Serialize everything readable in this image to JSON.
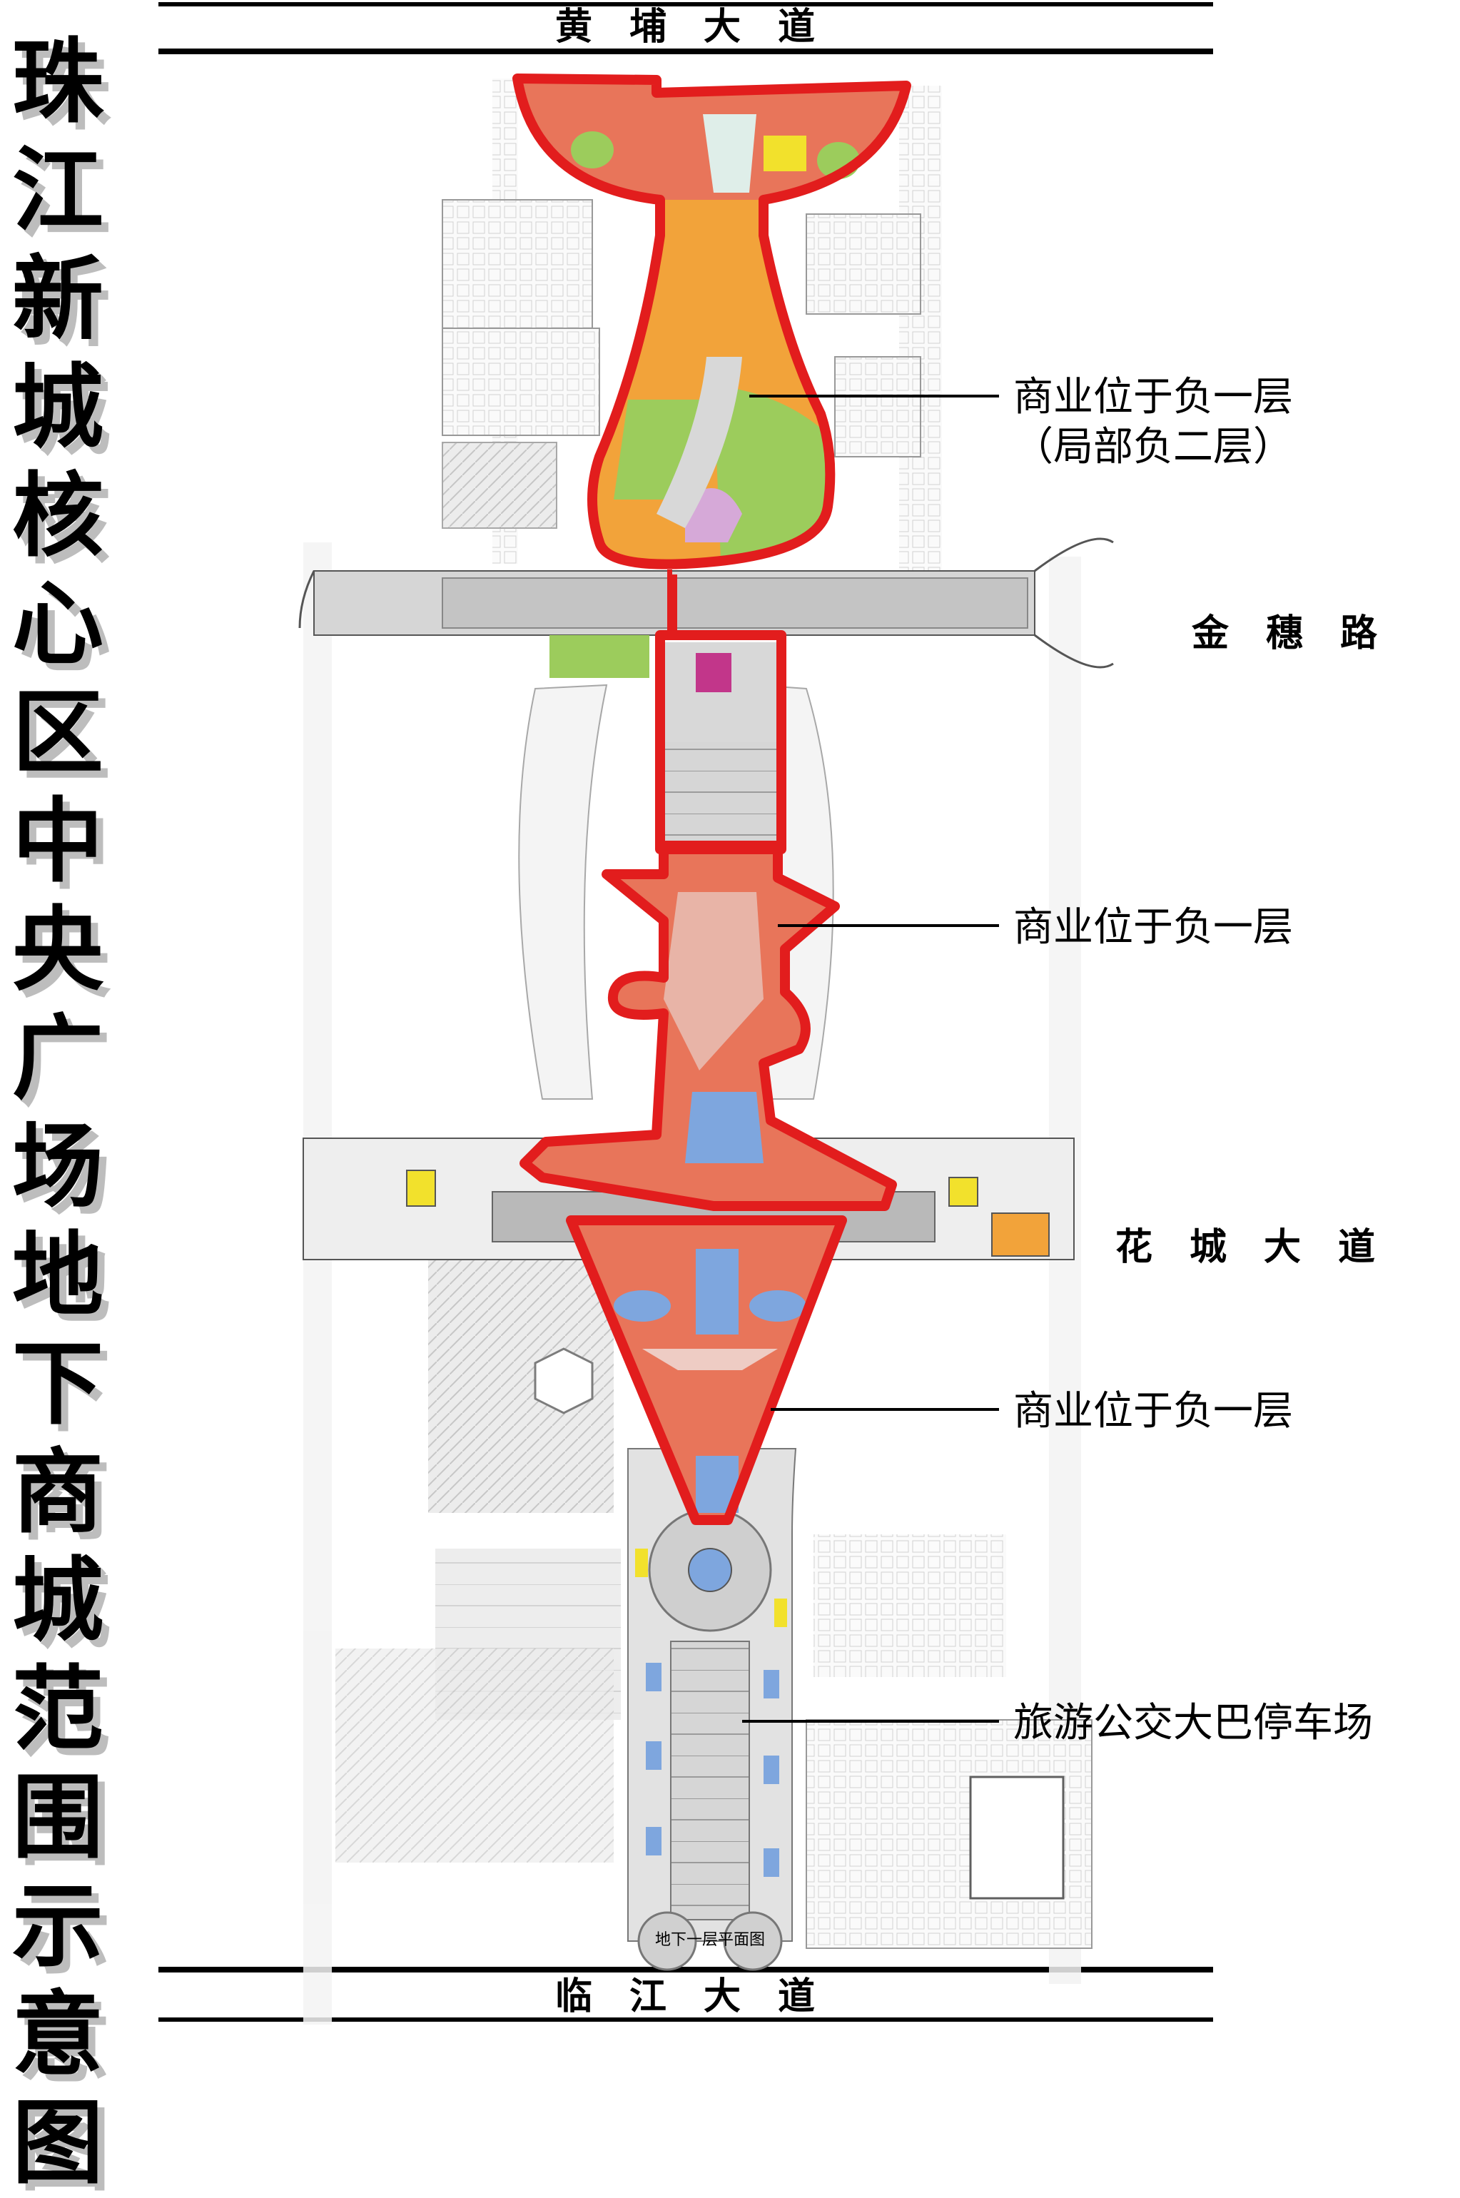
{
  "title_chars": [
    "珠",
    "江",
    "新",
    "城",
    "核",
    "心",
    "区",
    "中",
    "央",
    "广",
    "场",
    "地",
    "下",
    "商",
    "城",
    "范",
    "围",
    "示",
    "意",
    "图"
  ],
  "roads": {
    "top": "黄　埔　大　道",
    "jinsui": "金　穗　路",
    "huacheng": "花　城　大　道",
    "bottom": "临　江　大　道"
  },
  "callouts": {
    "north": "商业位于负一层",
    "north_sub": "（局部负二层）",
    "middle": "商业位于负一层",
    "south": "商业位于负一层",
    "bus": "旅游公交大巴停车场"
  },
  "plan_caption": "地下一层平面图",
  "colors": {
    "boundary": "#e21d1d",
    "commerce_red": "#e8755a",
    "commerce_orange": "#f2a33a",
    "commerce_green": "#9ccc5c",
    "water_blue": "#7ea6de",
    "yellow": "#f2e12c",
    "road_gray": "#b9b9b9"
  }
}
